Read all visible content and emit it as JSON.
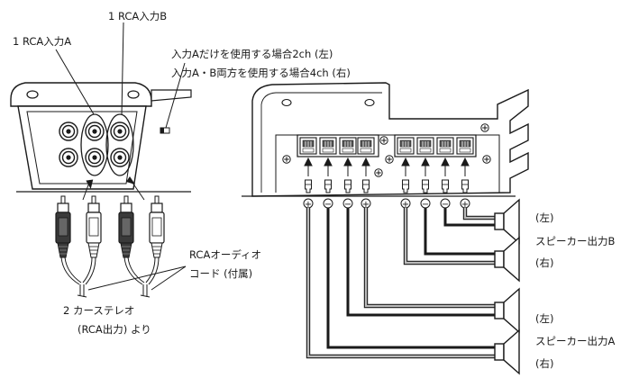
{
  "labels": {
    "rca_input_a": "1 RCA入力A",
    "rca_input_b": "1 RCA入力B",
    "switch_line1": "入力Aだけを使用する場合2ch (左)",
    "switch_line2": "入力A・B両方を使用する場合4ch (右)",
    "rca_cord_line1": "RCAオーディオ",
    "rca_cord_line2": "コード (付属)",
    "car_stereo_line1": "2 カーステレオ",
    "car_stereo_line2": "(RCA出力) より",
    "spk_b_left": "(左)",
    "spk_b_title": "スピーカー出力B",
    "spk_b_right": "(右)",
    "spk_a_left": "(左)",
    "spk_a_title": "スピーカー出力A",
    "spk_a_right": "(右)"
  },
  "terminals": {
    "polarity": [
      "+",
      "−",
      "−",
      "+",
      "+",
      "−",
      "−",
      "+"
    ]
  },
  "colors": {
    "line": "#1a1a1a",
    "fill_dark": "#333333",
    "fill_light": "#ffffff",
    "fill_gray": "#bbbbbb"
  },
  "icons": [
    "rca-jack-icon",
    "rca-plug-icon",
    "speaker-icon",
    "screw-icon",
    "terminal-icon"
  ]
}
